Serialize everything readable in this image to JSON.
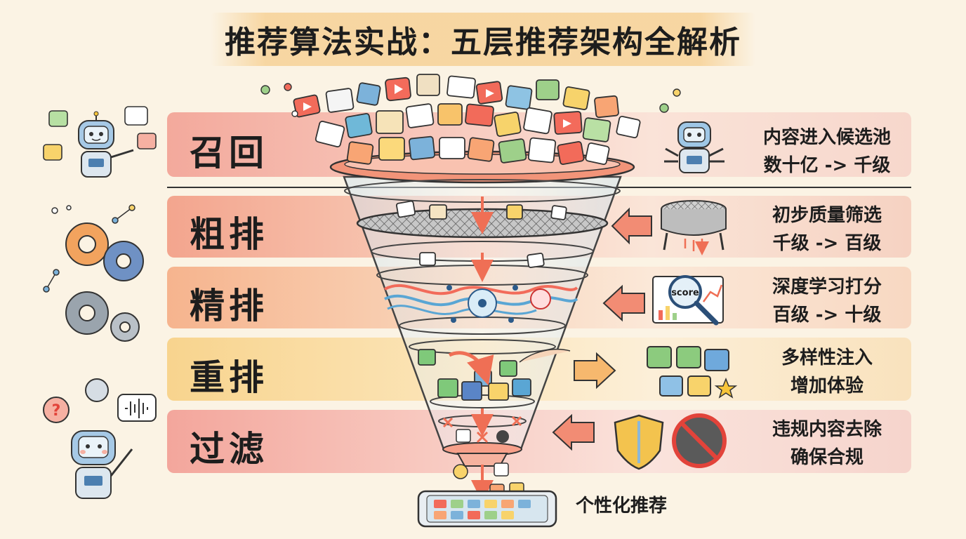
{
  "title": "推荐算法实战：五层推荐架构全解析",
  "layers": [
    {
      "label": "召回",
      "line1": "内容进入候选池",
      "line2": "数十亿 -> 千级"
    },
    {
      "label": "粗排",
      "line1": "初步质量筛选",
      "line2": "千级 -> 百级"
    },
    {
      "label": "精排",
      "line1": "深度学习打分",
      "line2": "百级 -> 十级"
    },
    {
      "label": "重排",
      "line1": "多样性注入",
      "line2": "增加体验"
    },
    {
      "label": "过滤",
      "line1": "违规内容去除",
      "line2": "确保合规"
    }
  ],
  "final_output": "个性化推荐",
  "score_tag": "score",
  "colors": {
    "recall": "#f3a99c",
    "coarse": "#f3a58e",
    "fine": "#f6b48e",
    "rerank": "#f8d48e",
    "filter": "#f3a69c",
    "arrow": "#ef6f55",
    "title_highlight": "#f6cd8c"
  },
  "icons": [
    "robot-icon",
    "gear-icon",
    "funnel-icon",
    "sieve-icon",
    "magnifier-icon",
    "image-tile-icon",
    "star-icon",
    "shield-icon",
    "prohibited-icon",
    "phone-icon",
    "play-icon",
    "chart-icon"
  ]
}
